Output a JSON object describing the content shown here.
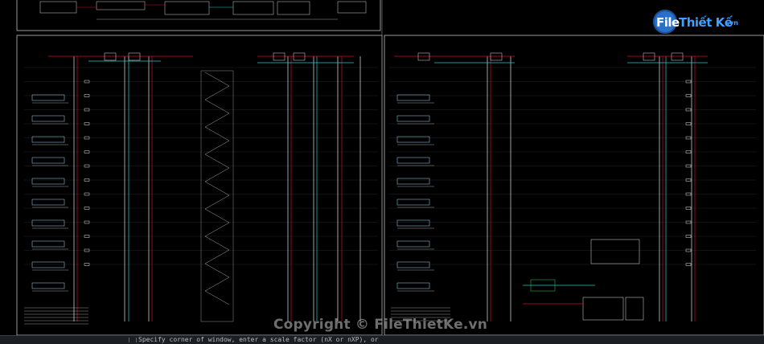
{
  "watermark": {
    "logo_text_a": "File",
    "logo_text_b": "Thiết Kế",
    "logo_suffix": ".vn",
    "copyright": "Copyright © FileThietKe.vn"
  },
  "command_line": {
    "prompt": "Specify corner of window, enter a scale factor (nX or nXP), or"
  },
  "colors": {
    "background": "#000000",
    "frame": "#bfbfbf",
    "riser_red": "#c8102e",
    "riser_cyan": "#27c6c6",
    "riser_white": "#e6e6e6",
    "accent_green": "#33cc55",
    "logo_blue": "#2a6fc9"
  },
  "drawing": {
    "left_sheet_title": "SƠ ĐỒ NGUYÊN LÝ HỆ THỐNG BƠM NƯỚC CHỮA CHÁY",
    "right_sheet_title": "SƠ ĐỒ NGUYÊN LÝ HỆ THỐNG CẤP NƯỚC"
  }
}
